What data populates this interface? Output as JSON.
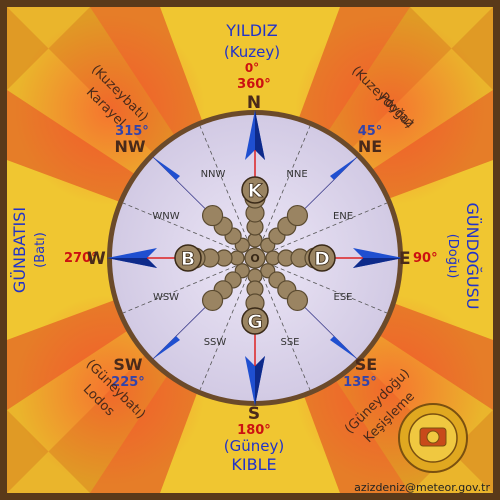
{
  "colors": {
    "border": "#5a3a1a",
    "background": "#e09a25",
    "ray_light": "#f0c832",
    "ray_dark": "#e8702a",
    "dial": "#ddd6ec",
    "direction_label": "#2233c8",
    "degree_label": "#cc1111",
    "needle": "#1f4fd0",
    "rose": "#9a8462"
  },
  "top": {
    "name": "YILDIZ",
    "sub": "(Kuzey)",
    "deg": "0°",
    "deg2": "360°",
    "letter": "N"
  },
  "bottom": {
    "name": "KIBLE",
    "sub": "(Güney)",
    "deg": "180°",
    "letter": "S"
  },
  "left": {
    "name": "GÜNBATISI",
    "sub": "(Batı)",
    "deg": "270°",
    "letter": "W"
  },
  "right": {
    "name": "GÜNDOĞUSU",
    "sub": "(Doğu)",
    "deg": "90°",
    "letter": "E"
  },
  "nw": {
    "name": "Karayel",
    "sub": "(Kuzeybatı)",
    "deg": "315°",
    "letter": "NW"
  },
  "ne": {
    "name": "Poyraz",
    "sub": "(Kuzeydoğu)",
    "deg": "45°",
    "letter": "NE"
  },
  "sw": {
    "name": "Lodos",
    "sub": "(Güneybatı)",
    "deg": "225°",
    "letter": "SW"
  },
  "se": {
    "name": "Keşişleme",
    "sub": "(Güneydoğu)",
    "deg": "135°",
    "letter": "SE"
  },
  "inner": [
    "NNW",
    "NNE",
    "ENE",
    "ESE",
    "SSE",
    "SSW",
    "WSW",
    "WNW"
  ],
  "rose_letters": {
    "n": "K",
    "s": "G",
    "w": "B",
    "e": "D",
    "center": "O"
  },
  "footer": "azizdeniz@meteor.gov.tr"
}
